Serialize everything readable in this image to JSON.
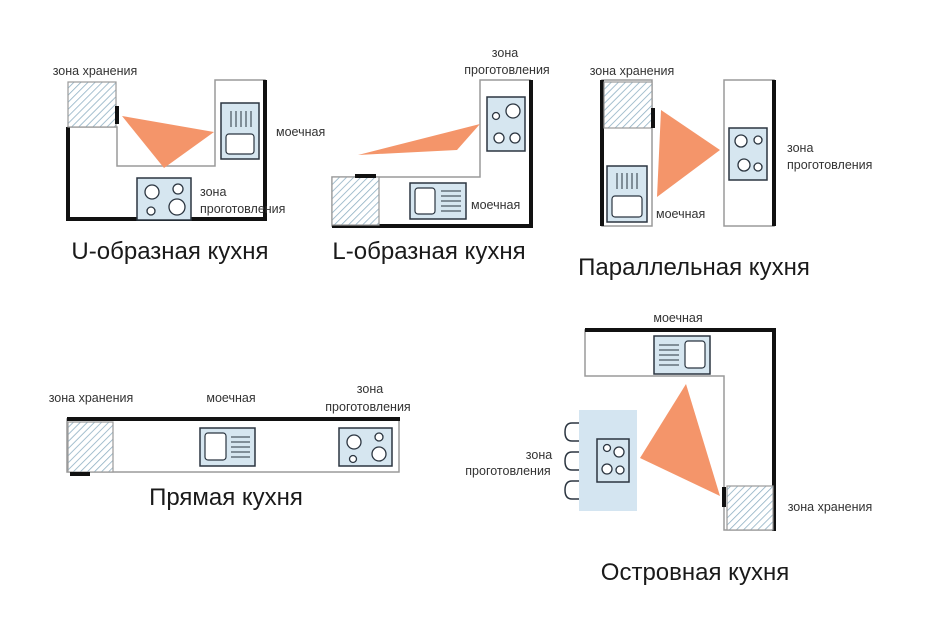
{
  "colors": {
    "wall": "#111111",
    "counter_outline": "#9a9a9a",
    "appliance_fill": "#d6e6f0",
    "appliance_outline": "#2b3540",
    "triangle": "#f4956a",
    "island": "#d4e5f1",
    "storage_hatch": "#8fb0c4"
  },
  "icons": {
    "sink": "sink-icon",
    "stove": "stove-icon",
    "storage": "storage-cabinet-icon",
    "chair": "bar-stool-icon"
  },
  "diagrams": [
    {
      "id": "u",
      "title": "U-образная кухня",
      "storage_label": "зона хранения",
      "sink_label": "моечная",
      "stove_label_1": "зона",
      "stove_label_2": "проготовления"
    },
    {
      "id": "l",
      "title": "L-образная кухня",
      "stove_label_1": "зона",
      "stove_label_2": "проготовления",
      "sink_label": "моечная"
    },
    {
      "id": "parallel",
      "title": "Параллельная кухня",
      "storage_label": "зона хранения",
      "sink_label": "моечная",
      "stove_label_1": "зона",
      "stove_label_2": "проготовления"
    },
    {
      "id": "straight",
      "title": "Прямая кухня",
      "storage_label": "зона хранения",
      "sink_label": "моечная",
      "stove_label_1": "зона",
      "stove_label_2": "проготовления"
    },
    {
      "id": "island",
      "title": "Островная кухня",
      "sink_label": "моечная",
      "stove_label_1": "зона",
      "stove_label_2": "проготовления",
      "storage_label": "зона хранения"
    }
  ]
}
